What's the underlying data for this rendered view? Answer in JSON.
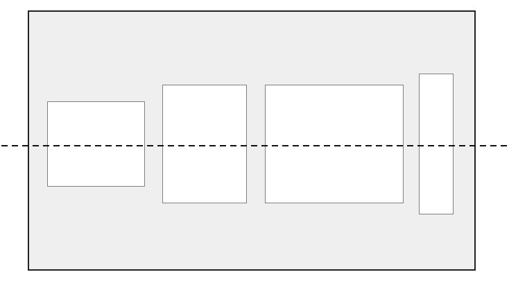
{
  "diagram": {
    "colors": {
      "container_fill": "#efefef",
      "container_border": "#222222",
      "item_fill": "#ffffff",
      "item_border": "#7f7f7f",
      "baseline": "#111111"
    },
    "items": [
      {
        "id": "item-1"
      },
      {
        "id": "item-2"
      },
      {
        "id": "item-3"
      },
      {
        "id": "item-4"
      }
    ],
    "baseline": {
      "style": "dashed",
      "orientation": "horizontal"
    }
  }
}
